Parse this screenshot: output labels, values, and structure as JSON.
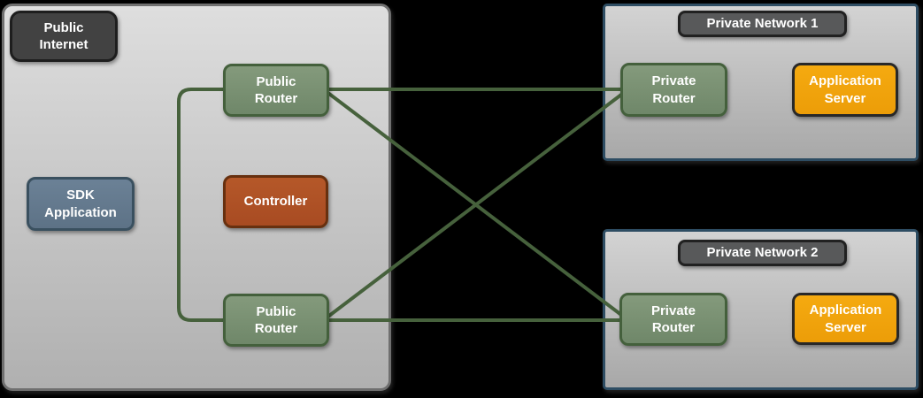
{
  "diagram": {
    "type": "network-architecture-diagram",
    "colors": {
      "background": "#000000",
      "connector_line": "#46613c",
      "public_container_fill_top": "#dedede",
      "public_container_fill_bottom": "#b0b0b0",
      "public_container_border": "#6f6f6f",
      "private_container_fill_top": "#d3d3d3",
      "private_container_fill_bottom": "#a8a8a8",
      "private_container_border": "#2e4d63",
      "router_fill": "#7b9170",
      "router_border": "#44603c",
      "sdk_application_fill": "#64798e",
      "sdk_application_border": "#3a505f",
      "controller_fill": "#ae5126",
      "controller_border": "#67300f",
      "application_server_fill": "#f1a30c",
      "application_server_border": "#282828",
      "public_internet_badge_fill": "#424242",
      "network_title_badge_fill": "#58595a",
      "badge_border": "#1e1e1e",
      "text": "#ffffff"
    },
    "public_internet": {
      "label": "Public\nInternet",
      "nodes": {
        "sdk_application": "SDK\nApplication",
        "controller": "Controller",
        "public_router_top": "Public\nRouter",
        "public_router_bottom": "Public\nRouter"
      }
    },
    "private_network_1": {
      "title": "Private Network 1",
      "nodes": {
        "private_router": "Private\nRouter",
        "application_server": "Application\nServer"
      }
    },
    "private_network_2": {
      "title": "Private Network 2",
      "nodes": {
        "private_router": "Private\nRouter",
        "application_server": "Application\nServer"
      }
    },
    "connections": [
      "public_router_top - private_network_1.private_router",
      "public_router_top - private_network_2.private_router",
      "public_router_bottom - private_network_1.private_router",
      "public_router_bottom - private_network_2.private_router",
      "public_router_top - public_router_bottom"
    ]
  }
}
